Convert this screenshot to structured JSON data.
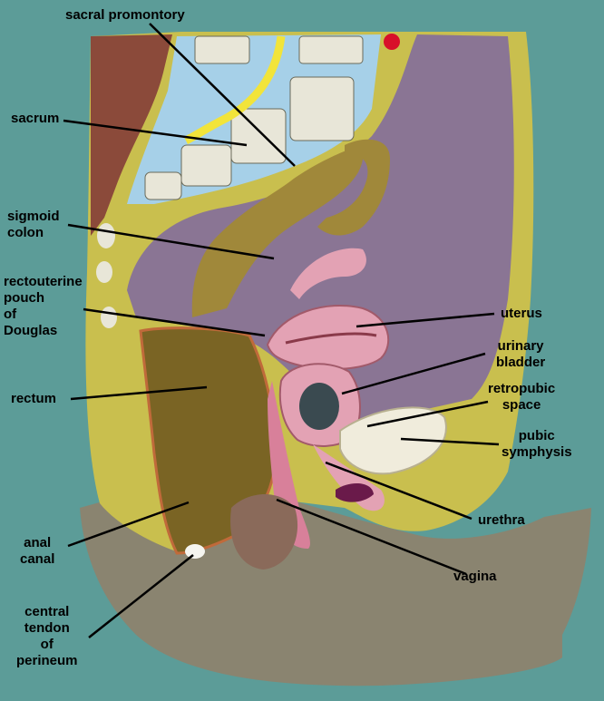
{
  "colors": {
    "background": "#5c9c98",
    "bone": "#e8e6d8",
    "fat": "#c9bf4e",
    "peritoneal_cavity": "#8a7594",
    "bowel": "#a0883a",
    "rectum": "#7a6424",
    "uterus": "#e3a2b4",
    "skin": "#8a8470",
    "nerve": "#f2e43a",
    "muscle": "#8b4a3a"
  },
  "labels": [
    {
      "id": "sacral-promontory",
      "text": "sacral promontory"
    },
    {
      "id": "sacrum",
      "text": "sacrum"
    },
    {
      "id": "sigmoid-colon",
      "text": "sigmoid\ncolon"
    },
    {
      "id": "rectouterine-pouch",
      "text": "rectouterine\npouch\nof\nDouglas"
    },
    {
      "id": "rectum",
      "text": "rectum"
    },
    {
      "id": "anal-canal",
      "text": "anal\ncanal"
    },
    {
      "id": "central-tendon",
      "text": "central\ntendon\nof\nperineum"
    },
    {
      "id": "uterus",
      "text": "uterus"
    },
    {
      "id": "urinary-bladder",
      "text": "urinary\nbladder"
    },
    {
      "id": "retropubic-space",
      "text": "retropubic\nspace"
    },
    {
      "id": "pubic-symphysis",
      "text": "pubic\nsymphysis"
    },
    {
      "id": "urethra",
      "text": "urethra"
    },
    {
      "id": "vagina",
      "text": "vagina"
    }
  ]
}
